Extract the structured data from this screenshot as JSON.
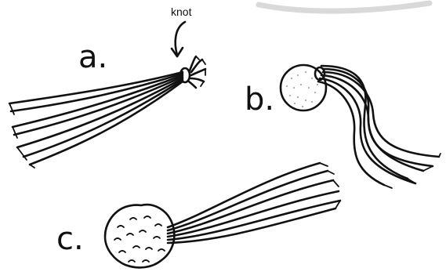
{
  "labels": {
    "a": "a.",
    "b": "b.",
    "c": "c."
  },
  "callout": {
    "text": "knot"
  }
}
